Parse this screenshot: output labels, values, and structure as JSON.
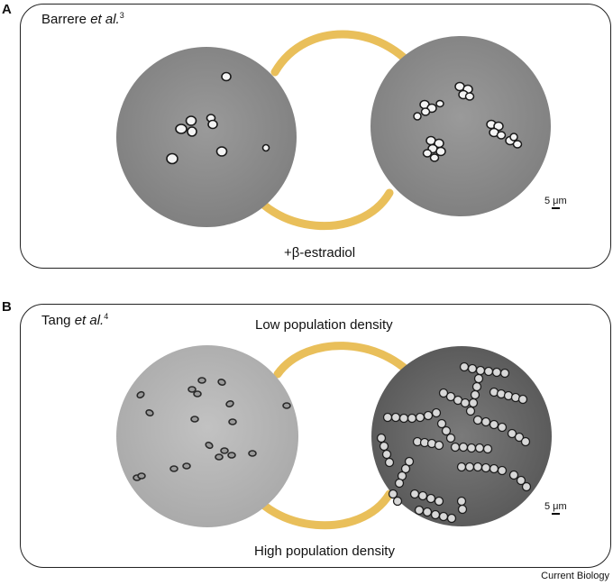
{
  "panels": [
    {
      "letter": "A",
      "ref": {
        "author": "Barrere ",
        "etal": "et al.",
        "sup": "3"
      },
      "label": "+β-estradiol",
      "scale": "5 μm"
    },
    {
      "letter": "B",
      "ref": {
        "author": "Tang ",
        "etal": "et al.",
        "sup": "4"
      },
      "top_label": "Low population density",
      "bottom_label": "High population density",
      "scale": "5 μm"
    }
  ],
  "footer": "Current Biology",
  "colors": {
    "arrow": "#e9bf5a",
    "border": "#222222",
    "circle_a": "#8e8e8e",
    "circle_b_left": "#b5b5b5",
    "circle_b_right": "#6d6d6d"
  }
}
